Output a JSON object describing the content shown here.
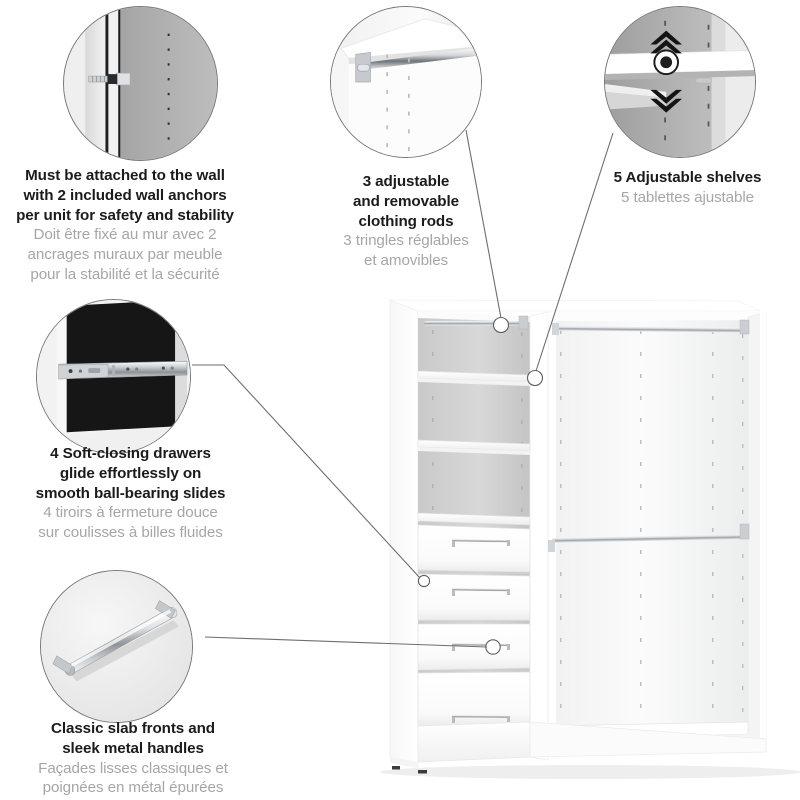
{
  "page": {
    "background": "#ffffff",
    "text_color_en": "#1b1b1b",
    "text_color_fr": "#a6a6a6",
    "line_color": "#6e6e6e"
  },
  "callouts": [
    {
      "id": "wall-anchor",
      "icon": "wall-anchor-screw-photo",
      "en": [
        "Must be attached to the wall",
        "with 2 included wall anchors",
        "per unit for safety and stability"
      ],
      "fr": [
        "Doit être fixé au mur avec 2",
        "ancrages muraux par meuble",
        "pour la stabilité et la sécurité"
      ]
    },
    {
      "id": "clothing-rods",
      "icon": "clothing-rod-bracket-photo",
      "en": [
        "3 adjustable",
        "and removable",
        "clothing rods"
      ],
      "fr": [
        "3 tringles réglables",
        "et amovibles"
      ]
    },
    {
      "id": "adjustable-shelves",
      "icon": "adjustable-shelf-arrows-photo",
      "en": [
        "5 Adjustable shelves"
      ],
      "fr": [
        "5 tablettes ajustable"
      ]
    },
    {
      "id": "soft-closing-drawers",
      "icon": "ball-bearing-slide-photo",
      "en": [
        "4 Soft-closing drawers",
        "glide effortlessly on",
        "smooth ball-bearing slides"
      ],
      "fr": [
        "4 tiroirs à fermeture douce",
        "sur coulisses à billes fluides"
      ]
    },
    {
      "id": "slab-fronts-handles",
      "icon": "metal-bar-handle-photo",
      "en": [
        "Classic slab fronts and",
        "sleek metal handles"
      ],
      "fr": [
        "Façades lisses classiques et",
        "poignées en métal épurées"
      ]
    }
  ],
  "product": {
    "name": "closet-organizer-storage-unit",
    "finish_color": "#ffffff",
    "shadow_color": "#d7d7d7",
    "metal_color": "#b9bcc0",
    "drawer_count": 4,
    "shelf_count": 5,
    "rod_count": 3
  }
}
